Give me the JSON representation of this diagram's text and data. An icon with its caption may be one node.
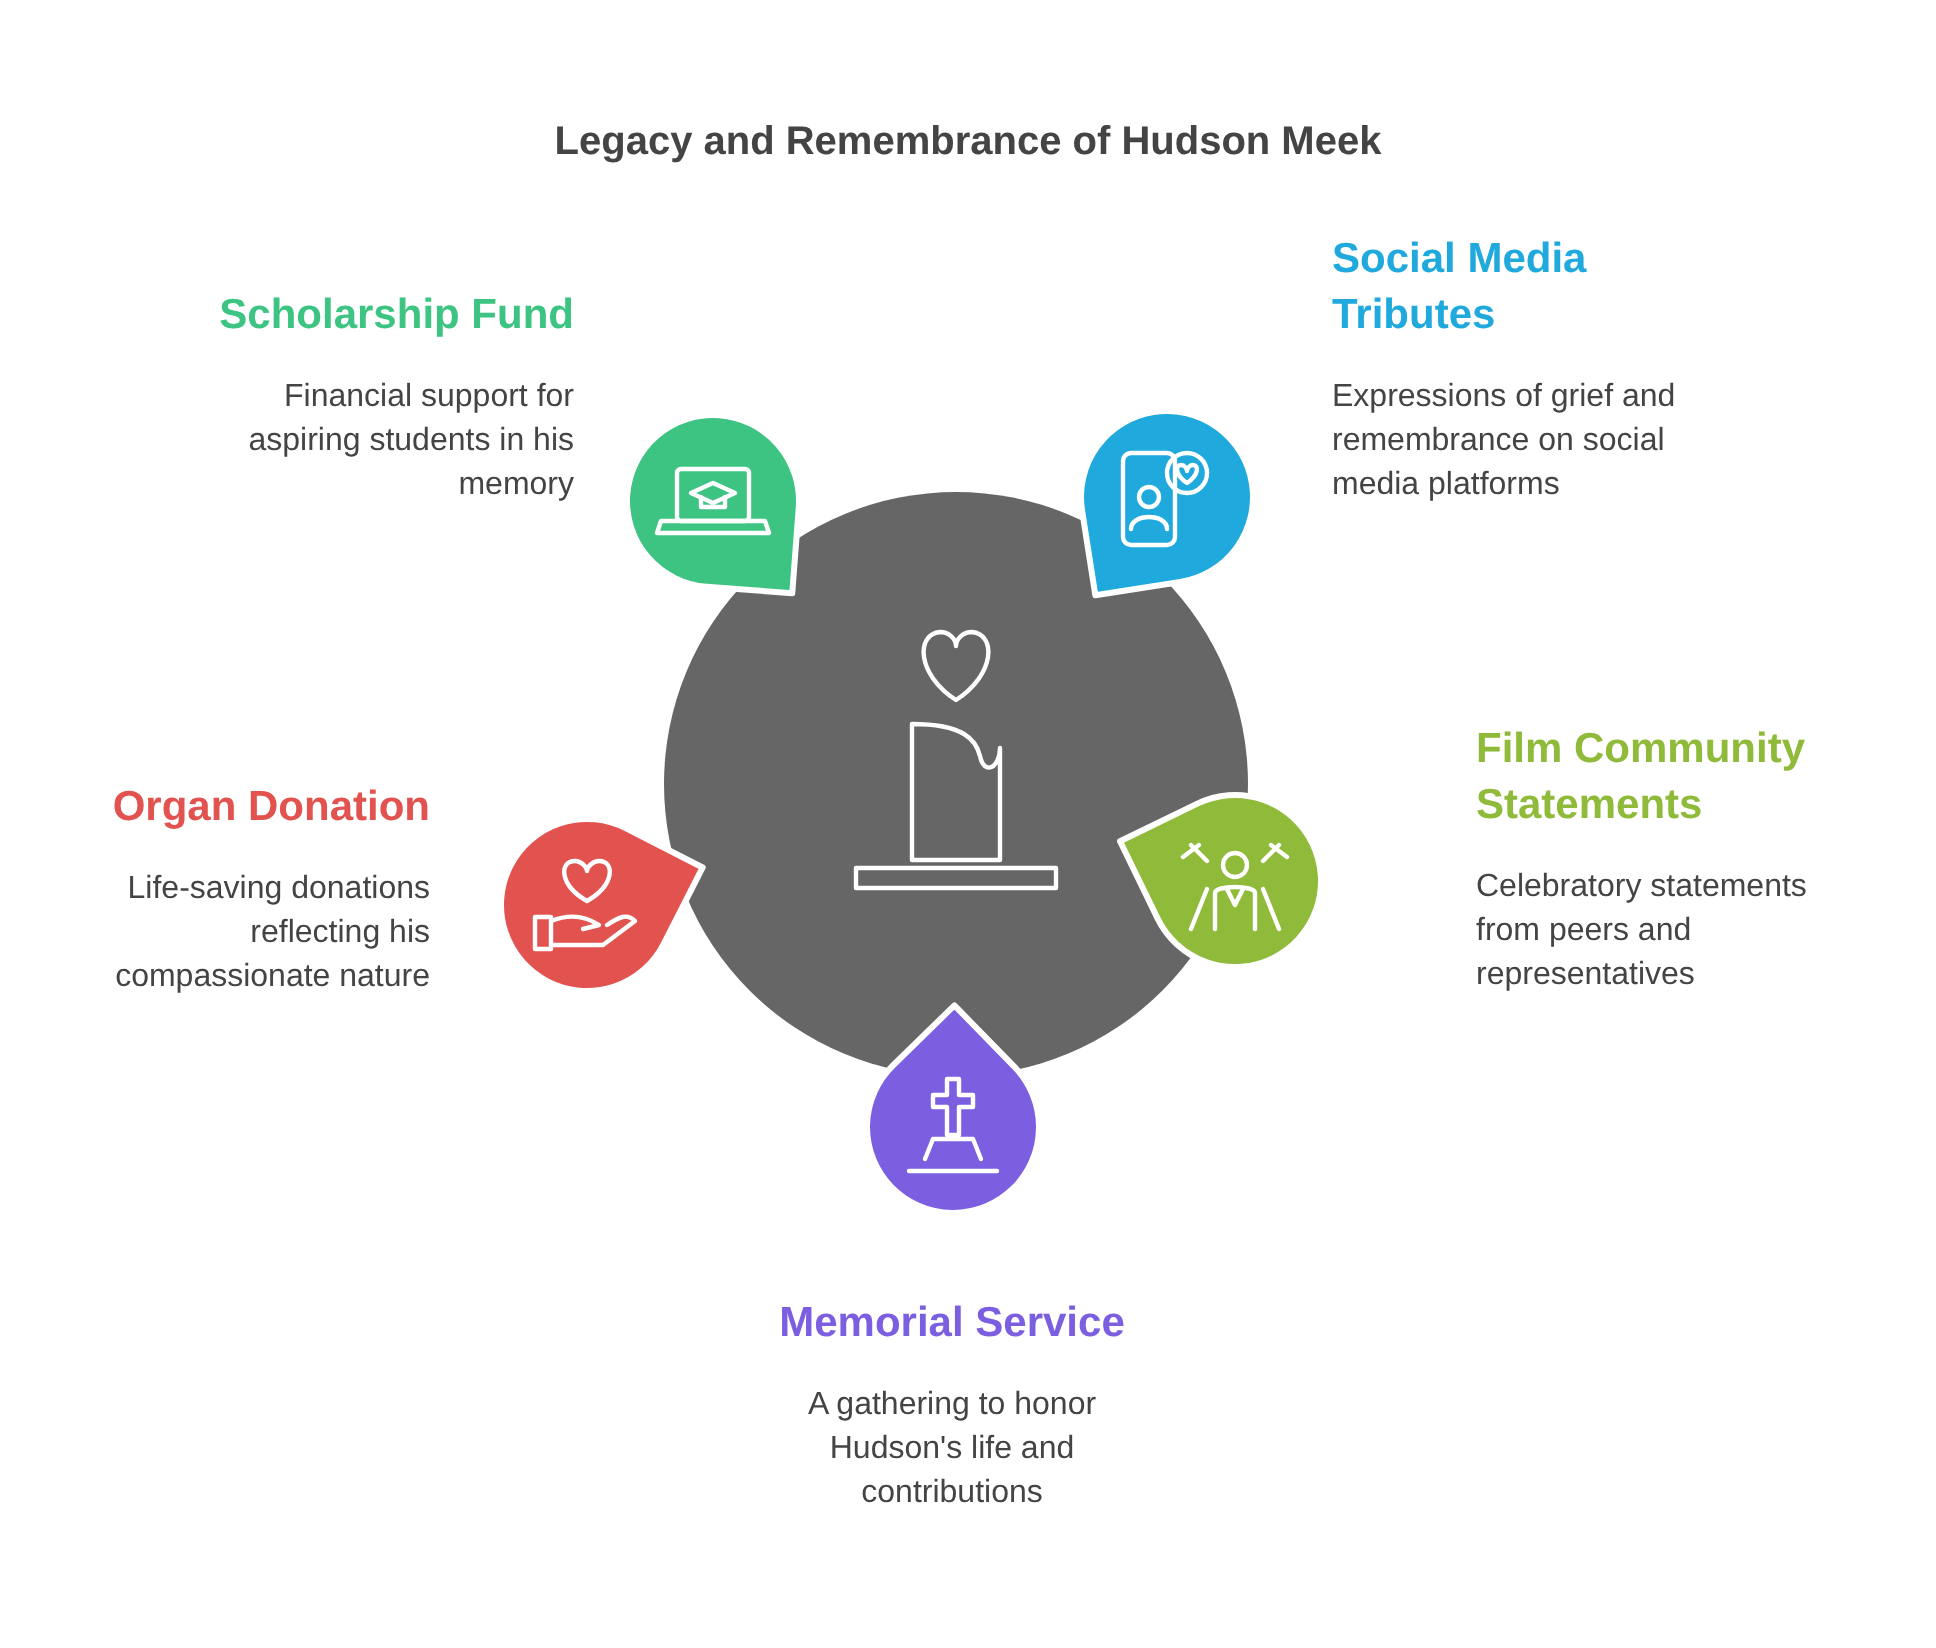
{
  "diagram": {
    "title": "Legacy and Remembrance of Hudson Meek",
    "nodes": [
      {
        "text": [],
        "shape": "circle"
      },
      {
        "text": [
          "Scholarship Fund",
          "Financial support for aspiring students in his memory"
        ]
      },
      {
        "text": [
          "Social Media Tributes",
          "Expressions of grief and remembrance on social media platforms"
        ]
      },
      {
        "text": [
          "Organ Donation",
          "Life-saving donations reflecting his compassionate nature"
        ]
      },
      {
        "text": [
          "Film Community Statements",
          "Celebratory statements from peers and representatives"
        ]
      },
      {
        "text": [
          "Memorial Service",
          "A gathering to honor Hudson's life and contributions"
        ]
      }
    ]
  }
}
